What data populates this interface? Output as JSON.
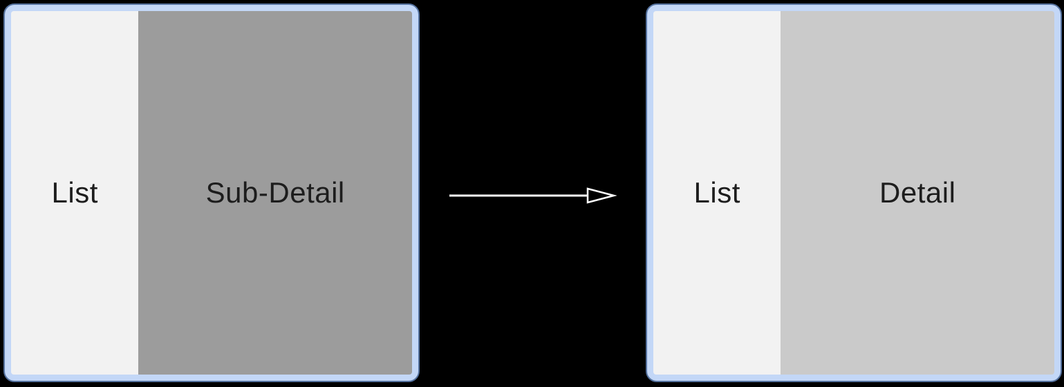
{
  "diagram": {
    "devices": [
      {
        "panes": [
          {
            "label": "List"
          },
          {
            "label": "Sub-Detail"
          }
        ]
      },
      {
        "panes": [
          {
            "label": "List"
          },
          {
            "label": "Detail"
          }
        ]
      }
    ],
    "arrow": {
      "direction": "right"
    },
    "colors": {
      "background": "#000000",
      "frame_fill": "#c3d7f7",
      "frame_border": "#54719e",
      "list_pane": "#f2f2f2",
      "sub_detail_pane": "#9c9c9c",
      "detail_pane": "#cacaca",
      "text": "#1d1d1d",
      "arrow": "#ffffff"
    }
  }
}
